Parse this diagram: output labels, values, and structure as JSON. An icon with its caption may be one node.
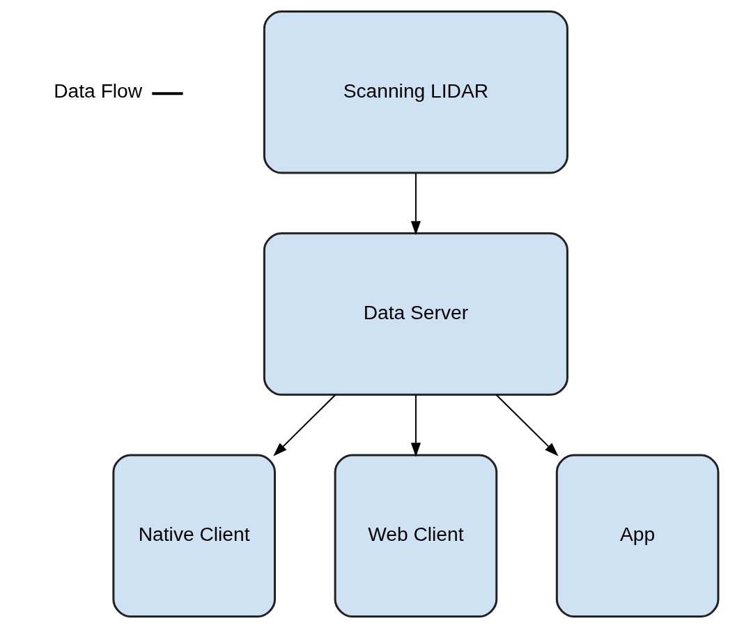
{
  "diagram": {
    "nodes": [
      {
        "text": [
          "Scanning LIDAR"
        ]
      },
      {
        "text": [
          "Data Server"
        ]
      },
      {
        "text": [
          "Native Client"
        ]
      },
      {
        "text": [
          "Web Client"
        ]
      },
      {
        "text": [
          "App"
        ]
      }
    ],
    "edges": [
      {
        "from": 0,
        "to": 1,
        "arrow": "to"
      },
      {
        "from": 1,
        "to": 2,
        "arrow": "to"
      },
      {
        "from": 1,
        "to": 3,
        "arrow": "to"
      },
      {
        "from": 1,
        "to": 4,
        "arrow": "to"
      }
    ],
    "legend": [
      {
        "text": "Data Flow"
      }
    ]
  }
}
